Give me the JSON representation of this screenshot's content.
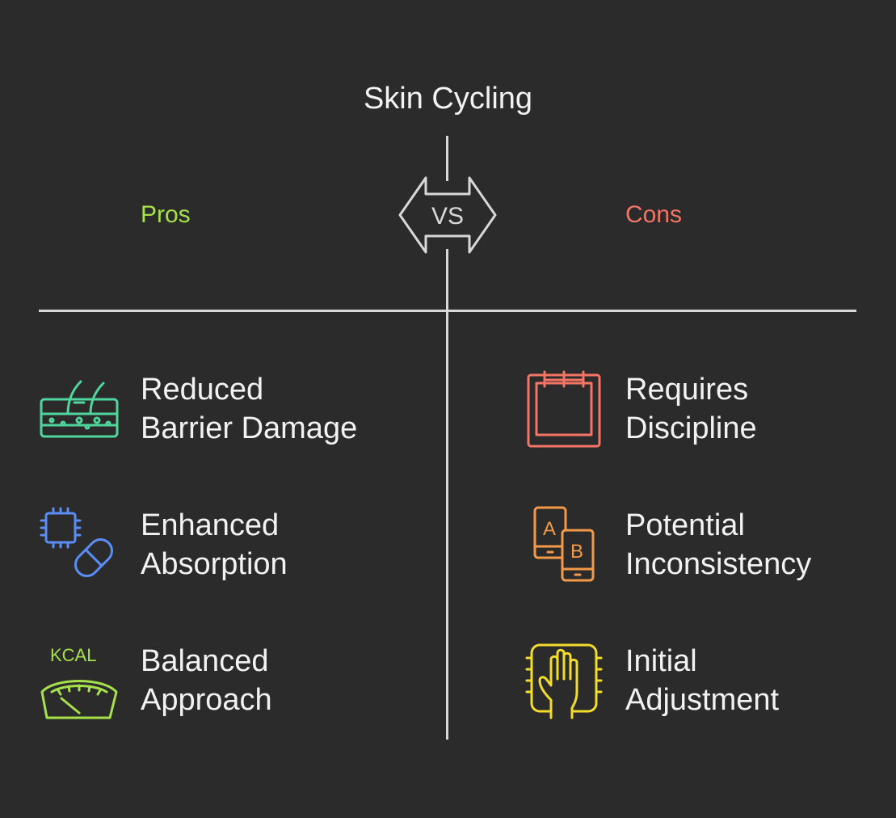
{
  "title": "Skin Cycling",
  "vs_label": "VS",
  "pros": {
    "heading": "Pros",
    "color": "#a6e04a",
    "items": [
      {
        "line1": "Reduced",
        "line2": "Barrier Damage",
        "icon": "skin-layer-icon",
        "color": "#4fd69c"
      },
      {
        "line1": "Enhanced",
        "line2": "Absorption",
        "icon": "chip-capsule-icon",
        "color": "#5b8df6"
      },
      {
        "line1": "Balanced",
        "line2": "Approach",
        "icon": "kcal-scale-icon",
        "color": "#a6e04a",
        "icon_text": "KCAL"
      }
    ]
  },
  "cons": {
    "heading": "Cons",
    "color": "#f47466",
    "items": [
      {
        "line1": "Requires",
        "line2": "Discipline",
        "icon": "calendar-icon",
        "color": "#f47466"
      },
      {
        "line1": "Potential",
        "line2": "Inconsistency",
        "icon": "ab-test-icon",
        "color": "#f3994a",
        "icon_text_a": "A",
        "icon_text_b": "B"
      },
      {
        "line1": "Initial",
        "line2": "Adjustment",
        "icon": "hand-sensor-icon",
        "color": "#f2dd2c"
      }
    ]
  }
}
